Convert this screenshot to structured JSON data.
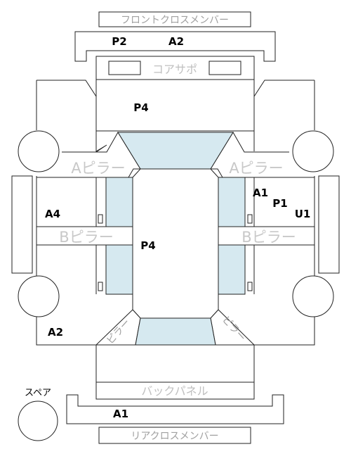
{
  "labels": {
    "front_cross_member": "フロントクロスメンバー",
    "core_support": "コアサポ",
    "a_pillar_left": "Aピラー",
    "a_pillar_right": "Aピラー",
    "b_pillar_left": "Bピラー",
    "b_pillar_right": "Bピラー",
    "back_panel": "バックパネル",
    "rear_cross_member": "リアクロスメンバー",
    "spare": "スペア",
    "c_pillar_left": "ピラー",
    "c_pillar_right": "ピラー"
  },
  "codes": {
    "front_p2": "P2",
    "front_a2": "A2",
    "hood_p4": "P4",
    "right_a1": "A1",
    "right_p1": "P1",
    "right_u1": "U1",
    "left_a4": "A4",
    "roof_p4": "P4",
    "left_a2": "A2",
    "rear_a1": "A1"
  },
  "colors": {
    "glass": "#d6e9f0",
    "outline": "#222222",
    "part_label": "#c0c0c0"
  }
}
